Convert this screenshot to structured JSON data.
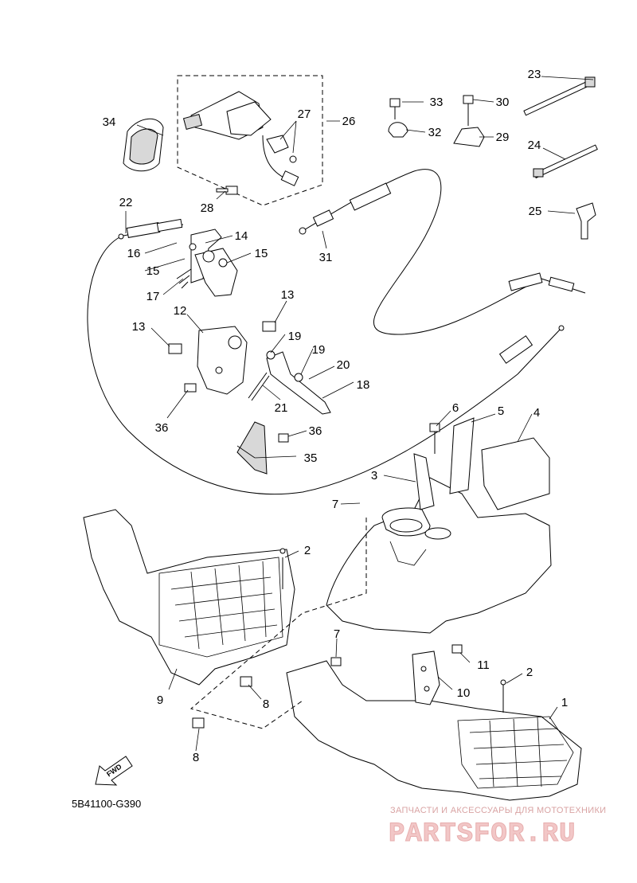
{
  "diagram": {
    "code": "5B41100-G390",
    "fwd_label": "FWD",
    "callouts": [
      {
        "id": "c1",
        "label": "1"
      },
      {
        "id": "c2a",
        "label": "2"
      },
      {
        "id": "c2b",
        "label": "2"
      },
      {
        "id": "c3",
        "label": "3"
      },
      {
        "id": "c4",
        "label": "4"
      },
      {
        "id": "c5",
        "label": "5"
      },
      {
        "id": "c6",
        "label": "6"
      },
      {
        "id": "c7a",
        "label": "7"
      },
      {
        "id": "c7b",
        "label": "7"
      },
      {
        "id": "c8a",
        "label": "8"
      },
      {
        "id": "c8b",
        "label": "8"
      },
      {
        "id": "c9",
        "label": "9"
      },
      {
        "id": "c10",
        "label": "10"
      },
      {
        "id": "c11",
        "label": "11"
      },
      {
        "id": "c12",
        "label": "12"
      },
      {
        "id": "c13a",
        "label": "13"
      },
      {
        "id": "c13b",
        "label": "13"
      },
      {
        "id": "c14",
        "label": "14"
      },
      {
        "id": "c15a",
        "label": "15"
      },
      {
        "id": "c15b",
        "label": "15"
      },
      {
        "id": "c16",
        "label": "16"
      },
      {
        "id": "c17",
        "label": "17"
      },
      {
        "id": "c18",
        "label": "18"
      },
      {
        "id": "c19a",
        "label": "19"
      },
      {
        "id": "c19b",
        "label": "19"
      },
      {
        "id": "c20",
        "label": "20"
      },
      {
        "id": "c21",
        "label": "21"
      },
      {
        "id": "c22",
        "label": "22"
      },
      {
        "id": "c23",
        "label": "23"
      },
      {
        "id": "c24",
        "label": "24"
      },
      {
        "id": "c25",
        "label": "25"
      },
      {
        "id": "c26",
        "label": "26"
      },
      {
        "id": "c27",
        "label": "27"
      },
      {
        "id": "c28",
        "label": "28"
      },
      {
        "id": "c29",
        "label": "29"
      },
      {
        "id": "c30",
        "label": "30"
      },
      {
        "id": "c31",
        "label": "31"
      },
      {
        "id": "c32",
        "label": "32"
      },
      {
        "id": "c33",
        "label": "33"
      },
      {
        "id": "c34",
        "label": "34"
      },
      {
        "id": "c35",
        "label": "35"
      },
      {
        "id": "c36a",
        "label": "36"
      },
      {
        "id": "c36b",
        "label": "36"
      }
    ]
  },
  "watermark": {
    "tagline": "ЗАПЧАСТИ И АКСЕССУАРЫ ДЛЯ МОТОТЕХНИКИ",
    "brand": "PARTSFOR.RU"
  }
}
